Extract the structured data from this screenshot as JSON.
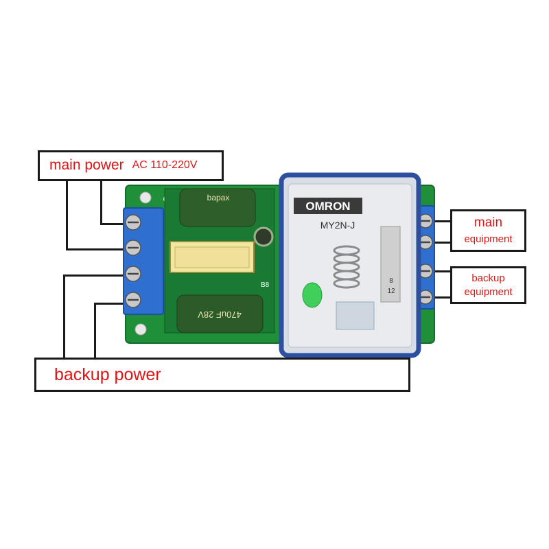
{
  "labels": {
    "main_power": {
      "title": "main power",
      "detail": "AC  110-220V"
    },
    "backup_power": {
      "title": "backup  power"
    },
    "main_equipment": {
      "line1": "main",
      "line2": "equipment"
    },
    "backup_equipment": {
      "line1": "backup",
      "line2": "equipment"
    }
  },
  "board": {
    "relay_brand": "OMRON",
    "relay_model": "MY2N-J",
    "relay_side_text": [
      "8",
      "12"
    ],
    "cap_top_text": "bapax",
    "cap_bottom_text": "470uF 28V",
    "pcb_mark": "B8"
  },
  "colors": {
    "label_text": "#e01414",
    "outline": "#1a1a1a",
    "pcb": "#1f8f3a",
    "terminal": "#2f6fd0",
    "relay_cover": "#2c4fa0",
    "transformer": "#f3e6a0"
  }
}
